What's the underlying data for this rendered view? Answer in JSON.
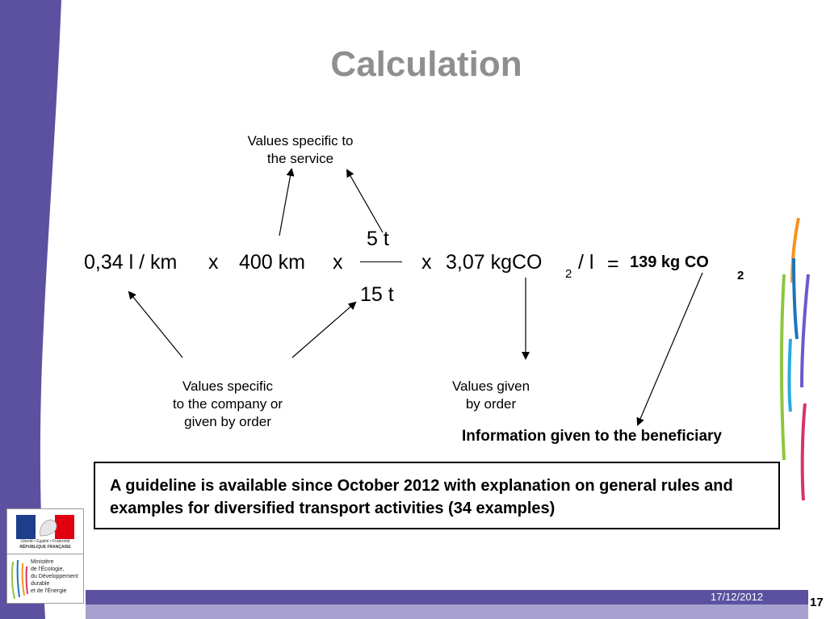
{
  "slide": {
    "title": "Calculation",
    "annotations": {
      "service": [
        "Values specific to",
        "the service"
      ],
      "company": [
        "Values specific",
        "to the company or",
        "given by order"
      ],
      "order": [
        "Values given",
        "by order"
      ]
    },
    "formula": {
      "consumption": "0,34 l / km",
      "times1": "x",
      "distance": "400 km",
      "times2": "x",
      "numerator": "5 t",
      "denominator": "15 t",
      "times3": "x",
      "factor": "3,07 kgCO",
      "factor_sub": "2",
      "factor_unit": "/ l",
      "equals": "=",
      "result": "139 kg CO",
      "result_sub": "2"
    },
    "info_label": "Information given to the beneficiary",
    "guideline": "A guideline is available since October 2012 with explanation on general rules and examples for diversified transport activities (34 examples)",
    "logo": {
      "motto": "Liberté • Égalité • Fraternité",
      "republic": "RÉPUBLIQUE FRANÇAISE",
      "ministry": [
        "Ministère",
        "de l'Écologie,",
        "du Développement",
        "durable",
        "et de l'Énergie"
      ]
    },
    "footer": {
      "date": "17/12/2012",
      "page": "17"
    },
    "colors": {
      "band": "#5b51a0",
      "band_light": "#a8a1cf",
      "title": "#8f8f8f"
    }
  }
}
